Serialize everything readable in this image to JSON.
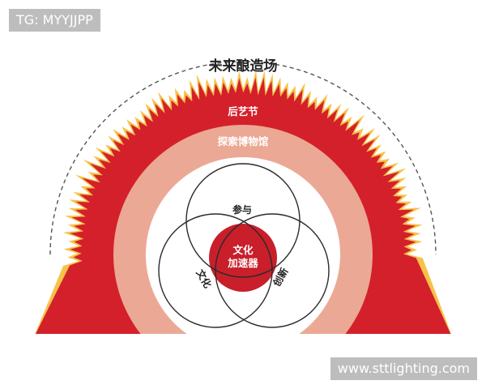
{
  "watermarks": {
    "top_left": "TG: MYYJJPP",
    "bottom_right": "www.sttlighting.com"
  },
  "diagram": {
    "outer_title": "未来酿造场",
    "fire_ring_label": "后艺节",
    "pink_ring_label": "探索博物馆",
    "venn": {
      "top_circle_label": "参与",
      "left_circle_label": "文化",
      "right_circle_label": "创新",
      "center_label_line1": "文化",
      "center_label_line2": "加速器"
    }
  },
  "colors": {
    "fire_red": "#d4202a",
    "fire_glow": "#f6c24a",
    "pink_ring": "#eba995",
    "center_red": "#c81f2b",
    "circle_stroke": "#2a2a2a",
    "dashed_arc": "#555555",
    "badge_bg": "#bdbdbd",
    "text_dark": "#222222",
    "text_light": "#ffffff"
  }
}
